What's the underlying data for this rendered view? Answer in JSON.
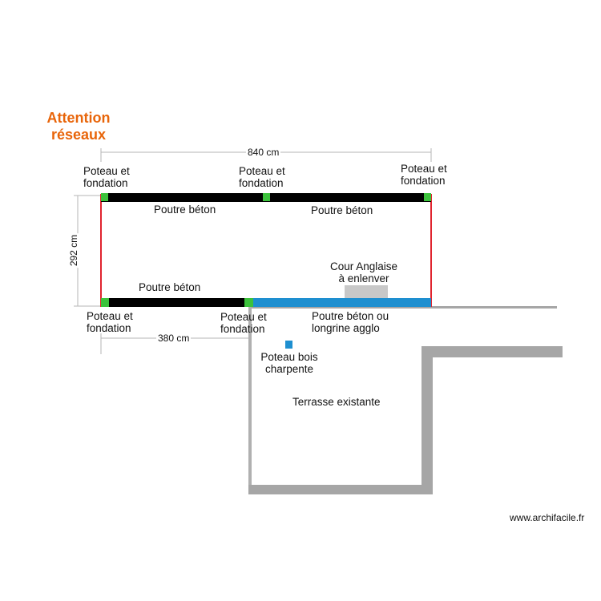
{
  "warning": "Attention\nréseaux",
  "dimensions": {
    "width_total": "840 cm",
    "height": "292 cm",
    "width_partial": "380 cm"
  },
  "posts": {
    "top_left": "Poteau et\nfondation",
    "top_middle": "Poteau et\nfondation",
    "top_right": "Poteau et\nfondation",
    "bottom_left": "Poteau et\nfondation",
    "bottom_middle": "Poteau et\nfondation"
  },
  "beams": {
    "top_left": "Poutre béton",
    "top_right": "Poutre béton",
    "bottom_left": "Poutre béton",
    "bottom_right": "Poutre béton ou\nlongrine agglo"
  },
  "cour_anglaise": "Cour Anglaise\nà enlenver",
  "wood_post": "Poteau bois\ncharpente",
  "terrace": "Terrasse existante",
  "credit": "www.archifacile.fr",
  "colors": {
    "warning": "#e8650a",
    "frame": "#e0242e",
    "concrete_beam": "#000000",
    "agglo_beam": "#1e8fd0",
    "post_marker": "#3cc23c",
    "wall": "#a6a6a6",
    "cour_anglaise_fill": "#c8c8c8"
  }
}
